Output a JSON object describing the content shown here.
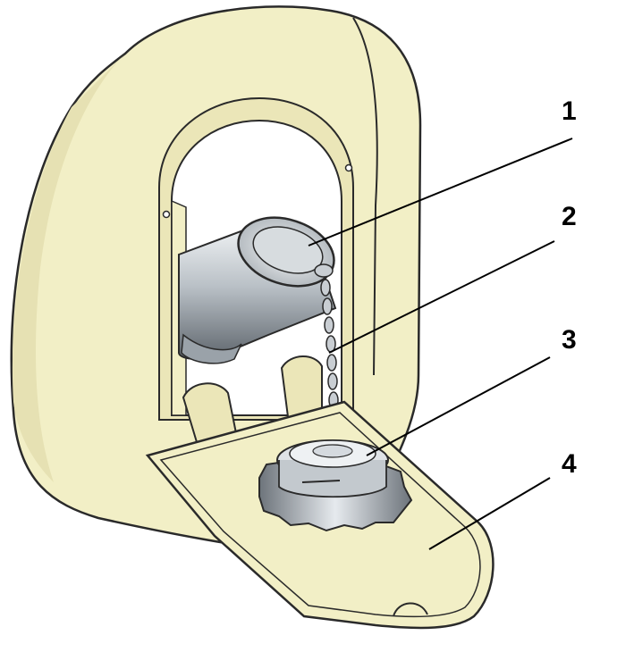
{
  "callouts": [
    {
      "id": "1",
      "label": "1"
    },
    {
      "id": "2",
      "label": "2"
    },
    {
      "id": "3",
      "label": "3"
    },
    {
      "id": "4",
      "label": "4"
    }
  ],
  "colors": {
    "body": "#f2efc6",
    "body_shadow": "#d9d3a3",
    "outline": "#2a2a2a",
    "metal_light": "#e8ecef",
    "metal_mid": "#a8b0b8",
    "metal_dark": "#5d646b",
    "cavity": "#ffffff"
  }
}
